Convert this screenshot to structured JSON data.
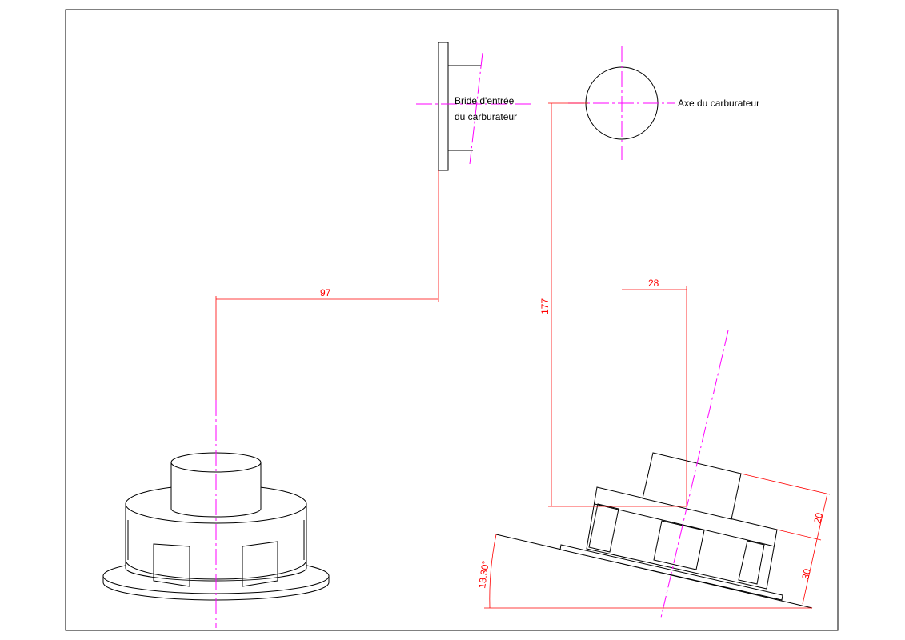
{
  "labels": {
    "flange_line1": "Bride d'entrée",
    "flange_line2": "du carburateur",
    "carb_axis": "Axe du carburateur"
  },
  "dimensions": {
    "horizontal_offset": "97",
    "vertical_offset": "177",
    "axis_offset": "28",
    "height_upper": "20",
    "height_lower": "30",
    "tilt_angle": "13.30°"
  },
  "colors": {
    "outline": "#000000",
    "axis_line": "#ff00ff",
    "dimension": "#ff0000",
    "background": "#ffffff"
  }
}
